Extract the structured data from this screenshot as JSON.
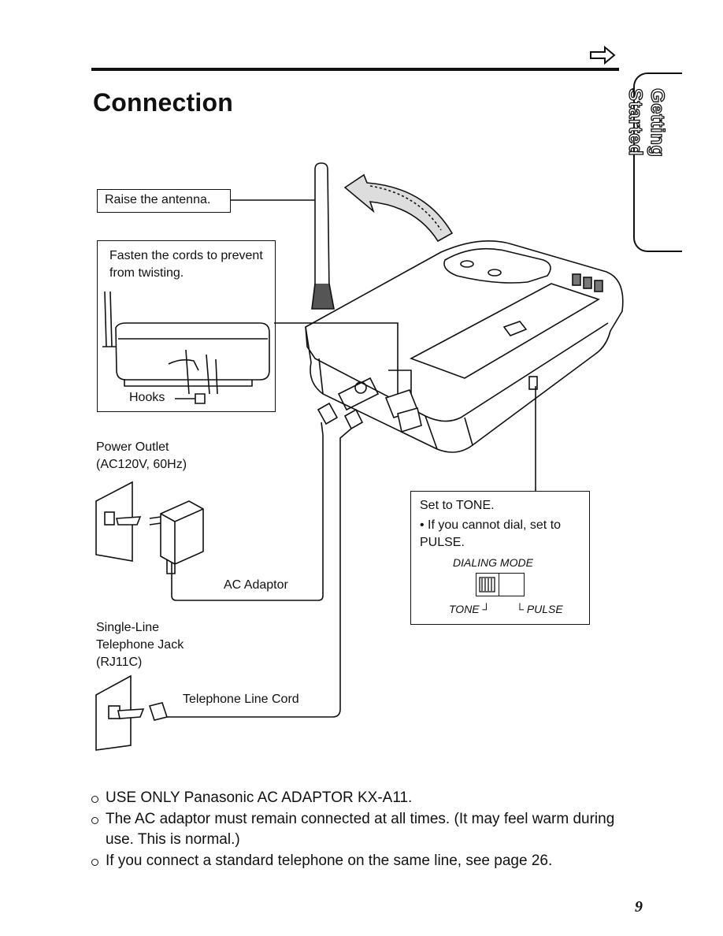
{
  "page": {
    "title": "Connection",
    "side_tab": "Getting Started",
    "page_number": "9"
  },
  "callouts": {
    "antenna": "Raise the antenna.",
    "hooks_instruction": "Fasten the cords to prevent from twisting.",
    "hooks_label": "Hooks"
  },
  "labels": {
    "power_outlet": "Power Outlet",
    "power_outlet_spec": "(AC120V, 60Hz)",
    "ac_adaptor": "AC Adaptor",
    "jack_line1": "Single-Line",
    "jack_line2": "Telephone Jack",
    "jack_line3": "(RJ11C)",
    "line_cord": "Telephone Line Cord"
  },
  "dialing": {
    "set_to": "Set to TONE.",
    "note": "• If you cannot dial, set to PULSE.",
    "mode_label": "DIALING MODE",
    "tone": "TONE",
    "pulse": "PULSE"
  },
  "notes": [
    "USE ONLY Panasonic AC ADAPTOR KX-A11.",
    "The AC adaptor must remain connected at all times. (It may feel warm during use. This is normal.)",
    "If you connect a standard telephone on the same line, see page 26."
  ],
  "icons": {
    "next_page": "right-arrow-icon",
    "antenna_rotation": "curved-arrow-icon"
  }
}
